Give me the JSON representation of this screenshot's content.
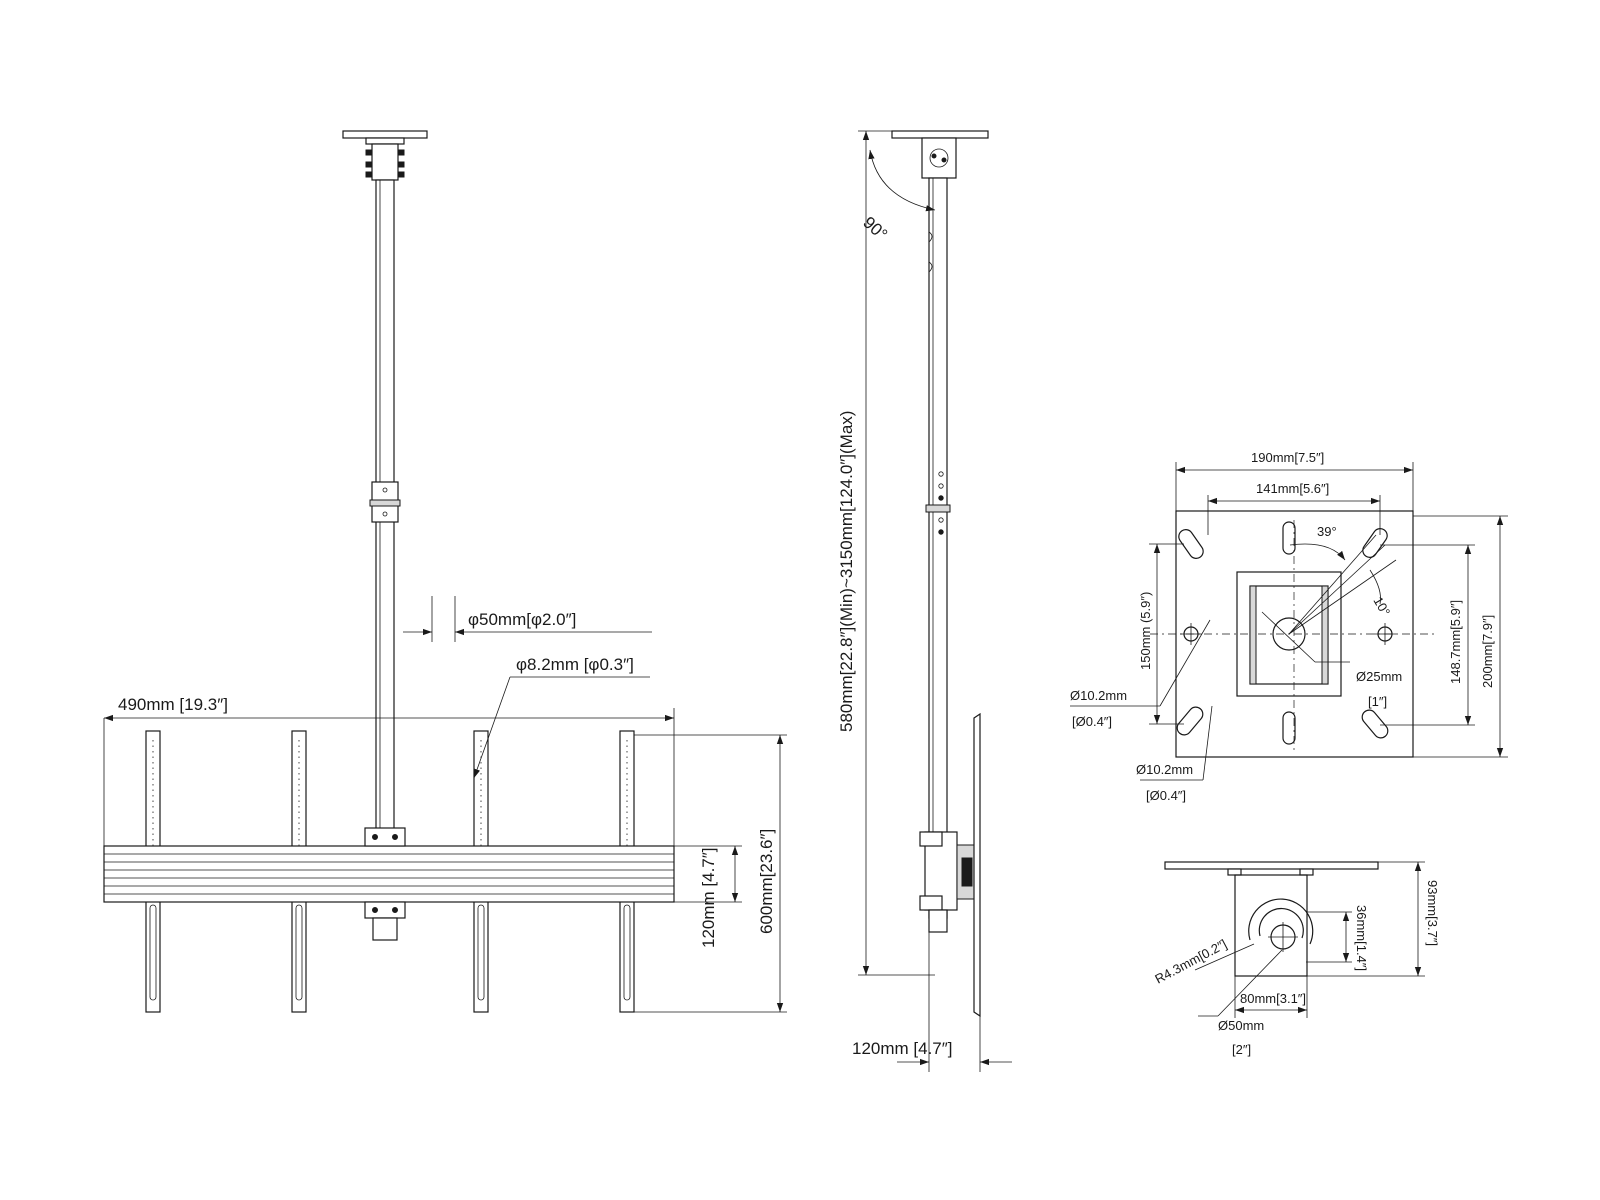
{
  "front_view": {
    "tube_diameter": "φ50mm[φ2.0″]",
    "hole_diameter": "φ8.2mm [φ0.3″]",
    "overall_width": "490mm [19.3″]",
    "rail_height": "120mm [4.7″]",
    "arm_height": "600mm[23.6″]"
  },
  "side_view": {
    "tilt_angle": "90°",
    "pole_length": "580mm[22.8″](Min)~3150mm[124.0″](Max)",
    "bottom_width": "120mm [4.7″]"
  },
  "plate_top_view": {
    "outer_width": "190mm[7.5″]",
    "inner_width": "141mm[5.6″]",
    "slot_angle": "39°",
    "slot_sweep": "10°",
    "outer_height": "200mm[7.9″]",
    "inner_height": "148.7mm[5.9″]",
    "hole_spacing": "150mm (5.9″)",
    "hole_left_mm": "Ø10.2mm",
    "hole_left_in": "[Ø0.4″]",
    "hole_bottom_mm": "Ø10.2mm",
    "hole_bottom_in": "[Ø0.4″]",
    "center_hole_mm": "Ø25mm",
    "center_hole_in": "[1″]"
  },
  "plate_side_view": {
    "radius": "R4.3mm[0.2″]",
    "bracket_width": "80mm[3.1″]",
    "offset": "36mm[1.4″]",
    "height": "93mm[3.7″]",
    "tube_mm": "Ø50mm",
    "tube_in": "[2″]"
  }
}
